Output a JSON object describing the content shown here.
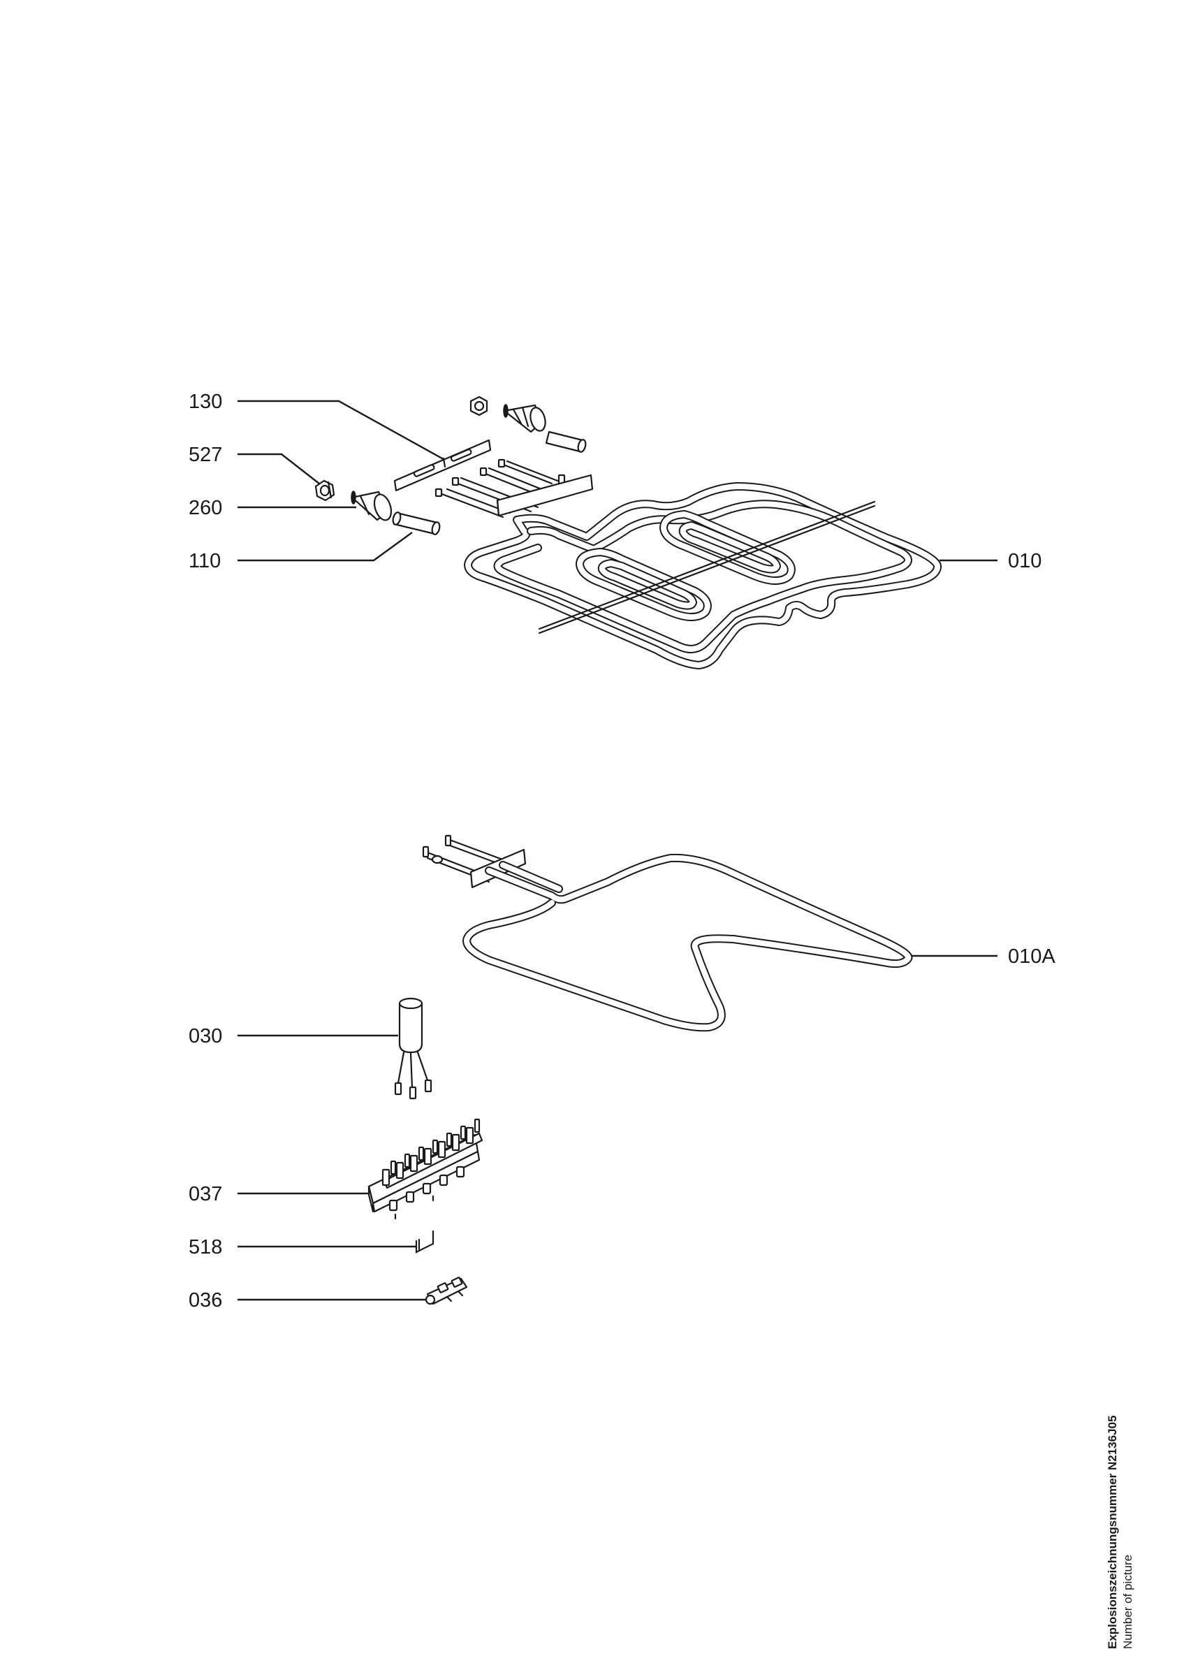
{
  "caption": {
    "title": "Explosionszeichnungsnummer N2136J05",
    "subtitle": "Number of picture"
  },
  "parts": [
    {
      "id": "p130",
      "label": "130"
    },
    {
      "id": "p527",
      "label": "527"
    },
    {
      "id": "p260",
      "label": "260"
    },
    {
      "id": "p110",
      "label": "110"
    },
    {
      "id": "p010",
      "label": "010"
    },
    {
      "id": "p010A",
      "label": "010A"
    },
    {
      "id": "p030",
      "label": "030"
    },
    {
      "id": "p037",
      "label": "037"
    },
    {
      "id": "p518",
      "label": "518"
    },
    {
      "id": "p036",
      "label": "036"
    }
  ]
}
